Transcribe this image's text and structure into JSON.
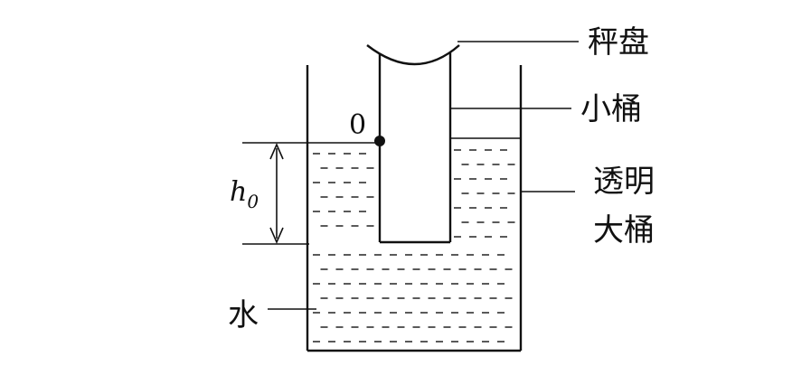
{
  "labels": {
    "pan": "秤盘",
    "small_bucket": "小桶",
    "big_bucket_line1": "透明",
    "big_bucket_line2": "大桶",
    "water": "水",
    "point_o": "0",
    "height_symbol": "h",
    "height_subscript": "0"
  },
  "colors": {
    "ink": "#111111",
    "background": "#ffffff"
  }
}
